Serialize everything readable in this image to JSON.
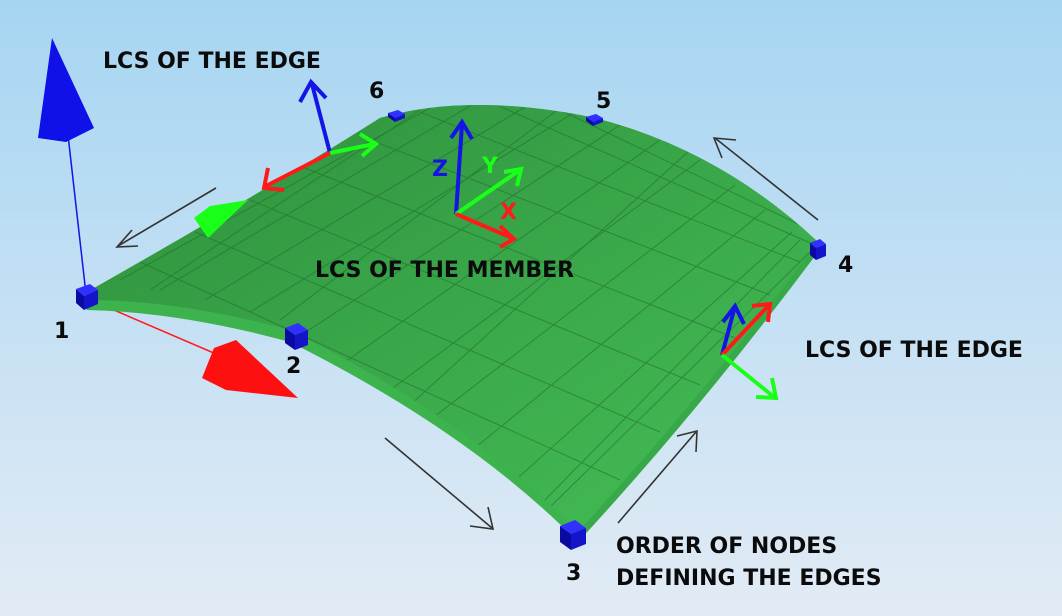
{
  "labels": {
    "lcs_edge_top": "LCS OF THE EDGE",
    "lcs_member": "LCS OF THE MEMBER",
    "lcs_edge_right": "LCS OF THE EDGE",
    "order_line1": "ORDER OF NODES",
    "order_line2": "DEFINING THE EDGES"
  },
  "nodes": [
    "1",
    "2",
    "3",
    "4",
    "5",
    "6"
  ],
  "member_axes": {
    "z": "Z",
    "y": "Y",
    "x": "X"
  },
  "colors": {
    "surface": "#3fae4e",
    "surface_dark": "#2c8a3a",
    "node": "#1414c8",
    "axis_x": "#ff1a1a",
    "axis_y": "#1aff1a",
    "axis_z": "#1414e6",
    "bg_top": "#a8d6f2",
    "bg_bottom": "#dfeaf6"
  }
}
